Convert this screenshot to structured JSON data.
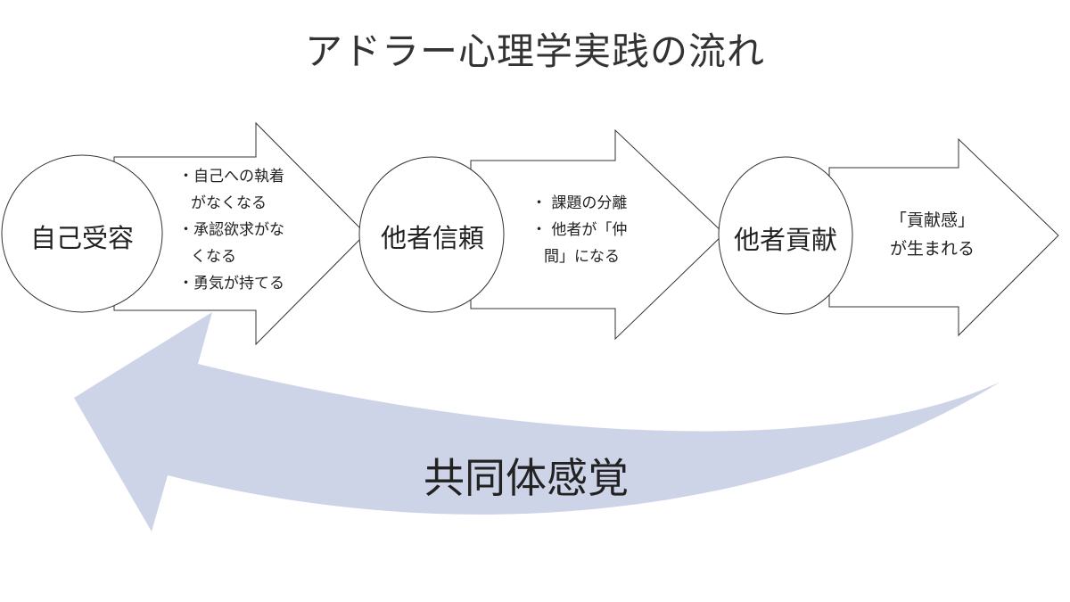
{
  "title": "アドラー心理学実践の流れ",
  "stages": [
    {
      "label": "自己受容",
      "notes": [
        "・自己への執着",
        "がなくなる",
        "・承認欲求がな",
        "くなる",
        "・勇気が持てる"
      ]
    },
    {
      "label": "他者信頼",
      "notes": [
        "・ 課題の分離",
        "・ 他者が「仲",
        "間」になる"
      ]
    },
    {
      "label": "他者貢献",
      "notes": [
        "「貢献感」",
        "が生まれる"
      ]
    }
  ],
  "feedback": {
    "label": "共同体感覚"
  },
  "colors": {
    "feedback_arrow": "#cdd4e8",
    "outline": "#333333",
    "fill": "#ffffff"
  }
}
